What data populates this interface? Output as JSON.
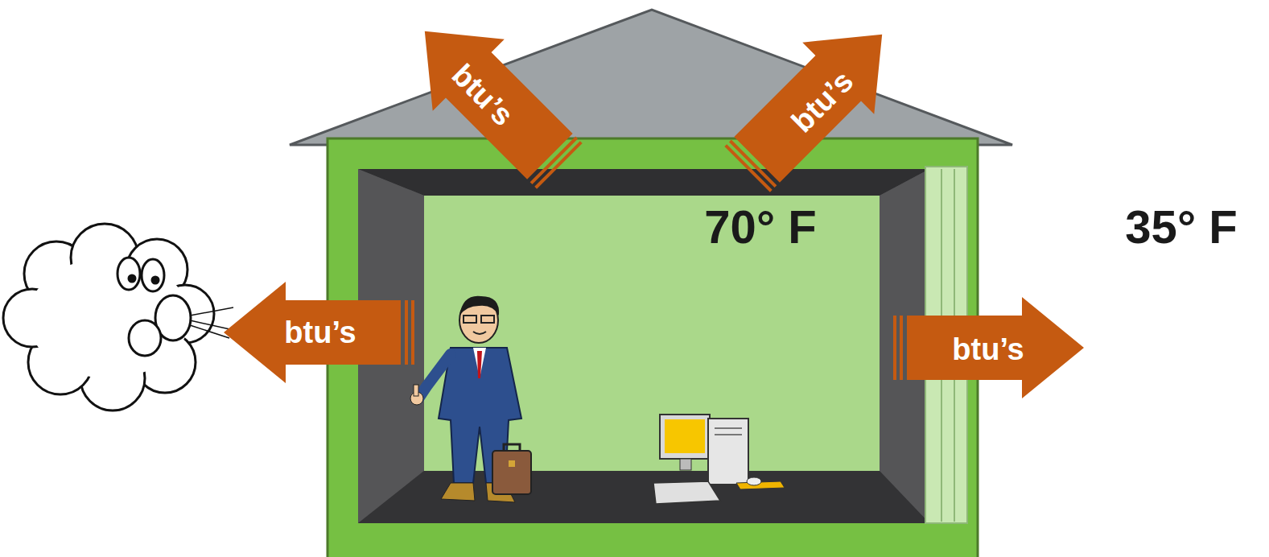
{
  "diagram": {
    "labels": [
      "btu’s",
      "btu’s",
      "btu’s",
      "btu’s",
      "70° F",
      "35° F"
    ]
  }
}
